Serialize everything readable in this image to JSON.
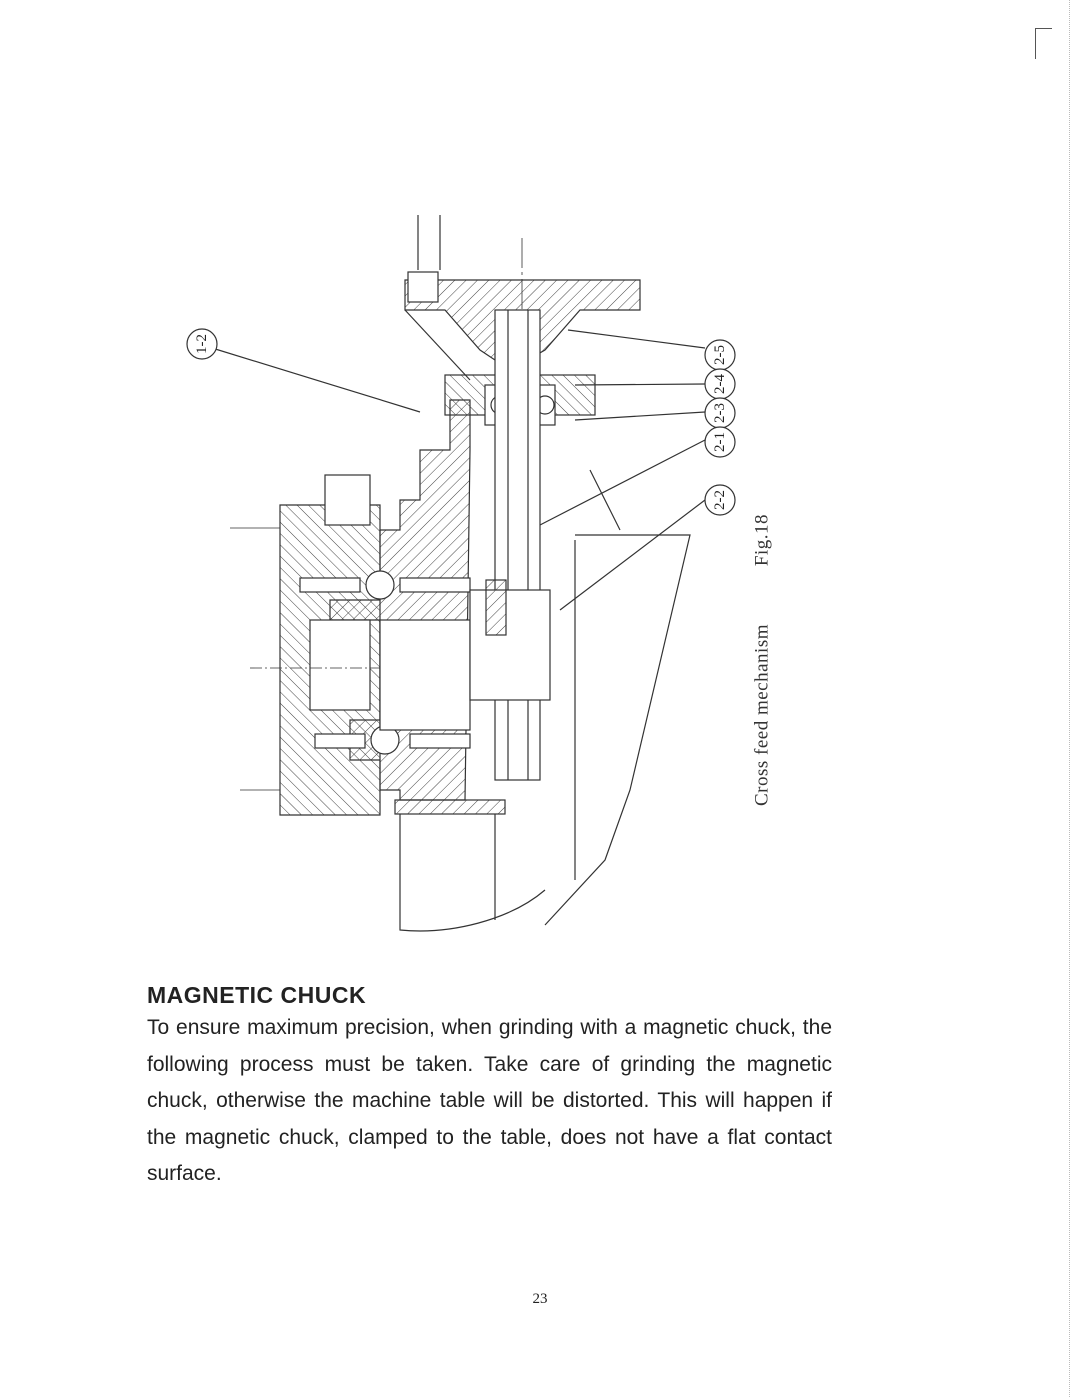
{
  "figure": {
    "callouts": [
      "1-2",
      "2-5",
      "2-4",
      "2-3",
      "2-1",
      "2-2"
    ],
    "figure_label": "Fig.18",
    "caption": "Cross feed mechanism"
  },
  "section": {
    "heading": "MAGNETIC CHUCK",
    "body": "To ensure maximum precision, when grinding with a magnetic chuck, the following process must be taken. Take care of grinding the magnetic chuck, otherwise the machine table will be distorted. This will happen if the magnetic chuck, clamped to the table, does not have a flat contact surface."
  },
  "page_number": "23"
}
